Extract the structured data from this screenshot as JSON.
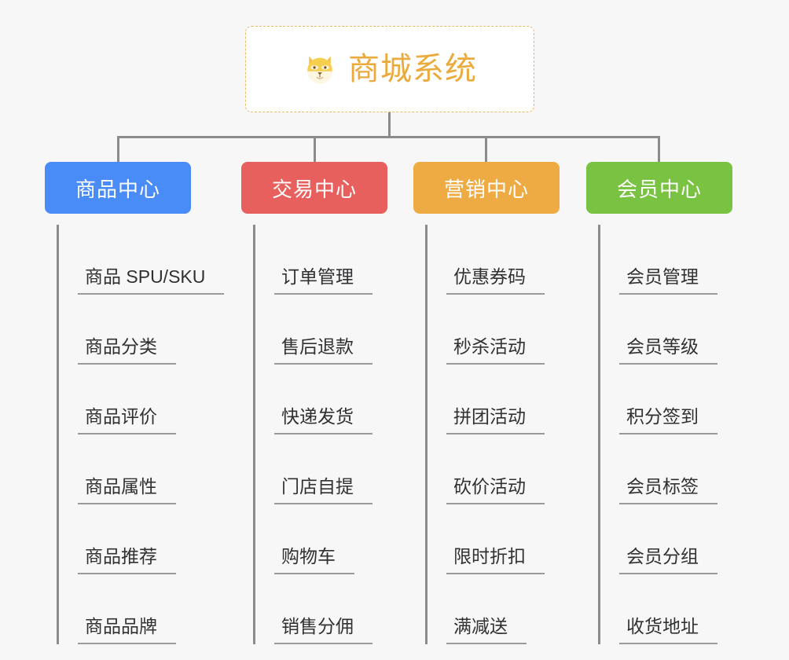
{
  "page": {
    "background_color": "#f7f7f7",
    "line_color": "#8c8c8c"
  },
  "root": {
    "title": "商城系统",
    "icon": "shiba-dog-face-icon",
    "text_color": "#eaaa3c",
    "border_color": "#e8b963",
    "background_color": "#ffffff"
  },
  "branches": [
    {
      "label": "商品中心",
      "color": "#4a8cf7",
      "items": [
        {
          "label": "商品 SPU/SKU"
        },
        {
          "label": "商品分类"
        },
        {
          "label": "商品评价"
        },
        {
          "label": "商品属性"
        },
        {
          "label": "商品推荐"
        },
        {
          "label": "商品品牌"
        }
      ]
    },
    {
      "label": "交易中心",
      "color": "#e8605d",
      "items": [
        {
          "label": "订单管理"
        },
        {
          "label": "售后退款"
        },
        {
          "label": "快递发货"
        },
        {
          "label": "门店自提"
        },
        {
          "label": "购物车"
        },
        {
          "label": "销售分佣"
        }
      ]
    },
    {
      "label": "营销中心",
      "color": "#eeab43",
      "items": [
        {
          "label": "优惠券码"
        },
        {
          "label": "秒杀活动"
        },
        {
          "label": "拼团活动"
        },
        {
          "label": "砍价活动"
        },
        {
          "label": "限时折扣"
        },
        {
          "label": "满减送"
        }
      ]
    },
    {
      "label": "会员中心",
      "color": "#79c242",
      "items": [
        {
          "label": "会员管理"
        },
        {
          "label": "会员等级"
        },
        {
          "label": "积分签到"
        },
        {
          "label": "会员标签"
        },
        {
          "label": "会员分组"
        },
        {
          "label": "收货地址"
        }
      ]
    }
  ]
}
